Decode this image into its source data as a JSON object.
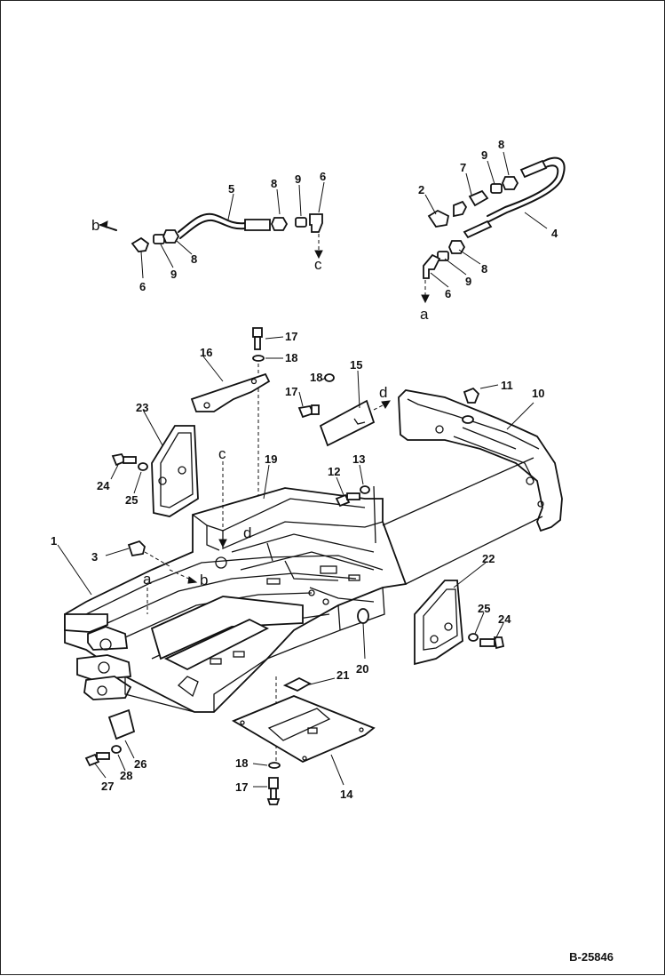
{
  "drawing": {
    "number": "B-25846",
    "part_labels": {
      "p1": "1",
      "p2": "2",
      "p3": "3",
      "p4": "4",
      "p5": "5",
      "p6a": "6",
      "p6b": "6",
      "p6c": "6",
      "p7": "7",
      "p8a": "8",
      "p8b": "8",
      "p8c": "8",
      "p8d": "8",
      "p9a": "9",
      "p9b": "9",
      "p9c": "9",
      "p9d": "9",
      "p10": "10",
      "p11": "11",
      "p12": "12",
      "p13": "13",
      "p14": "14",
      "p15": "15",
      "p16": "16",
      "p17a": "17",
      "p17b": "17",
      "p17c": "17",
      "p18a": "18",
      "p18b": "18",
      "p18c": "18",
      "p19": "19",
      "p20": "20",
      "p21": "21",
      "p22": "22",
      "p23": "23",
      "p24a": "24",
      "p24b": "24",
      "p25a": "25",
      "p25b": "25",
      "p26": "26",
      "p27": "27",
      "p28": "28"
    },
    "connection_refs": {
      "b_top": "b",
      "c_top": "c",
      "a_top": "a",
      "d_top": "d",
      "c_frame": "c",
      "d_frame": "d",
      "a_frame": "a",
      "b_frame": "b"
    }
  }
}
